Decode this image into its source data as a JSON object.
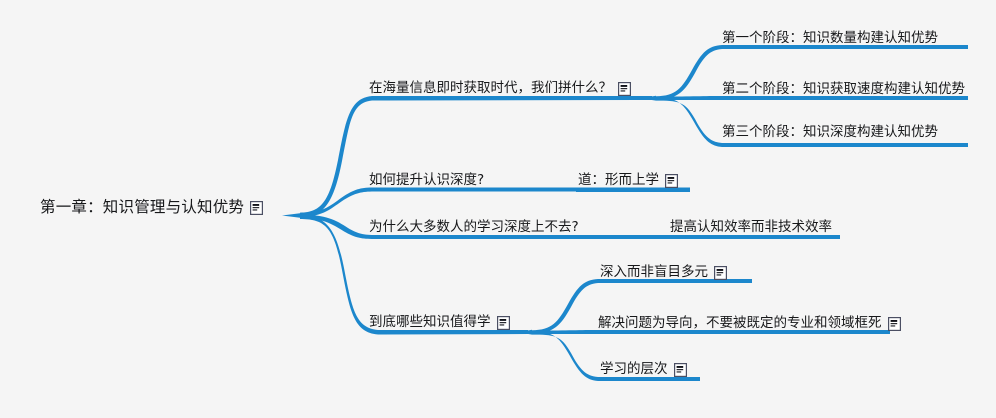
{
  "diagram": {
    "type": "mind-map",
    "background_color": "#f5f5f5",
    "branch_color": "#1c87cc",
    "text_color": "#17181a",
    "icon_name": "note-icon"
  },
  "root": {
    "label": "第一章：知识管理与认知优势",
    "has_note": true
  },
  "branches": [
    {
      "label": "在海量信息即时获取时代，我们拼什么？",
      "has_note": true,
      "children": [
        {
          "label": "第一个阶段：知识数量构建认知优势",
          "has_note": false
        },
        {
          "label": "第二个阶段：知识获取速度构建认知优势",
          "has_note": false
        },
        {
          "label": "第三个阶段：知识深度构建认知优势",
          "has_note": false
        }
      ]
    },
    {
      "label": "如何提升认识深度?",
      "has_note": false,
      "children": [
        {
          "label": "道：形而上学",
          "has_note": true
        }
      ]
    },
    {
      "label": "为什么大多数人的学习深度上不去?",
      "has_note": false,
      "children": [
        {
          "label": "提高认知效率而非技术效率",
          "has_note": false
        }
      ]
    },
    {
      "label": "到底哪些知识值得学",
      "has_note": true,
      "children": [
        {
          "label": "深入而非盲目多元",
          "has_note": true
        },
        {
          "label": "解决问题为导向，不要被既定的专业和领域框死",
          "has_note": true
        },
        {
          "label": "学习的层次",
          "has_note": false
        }
      ]
    }
  ]
}
